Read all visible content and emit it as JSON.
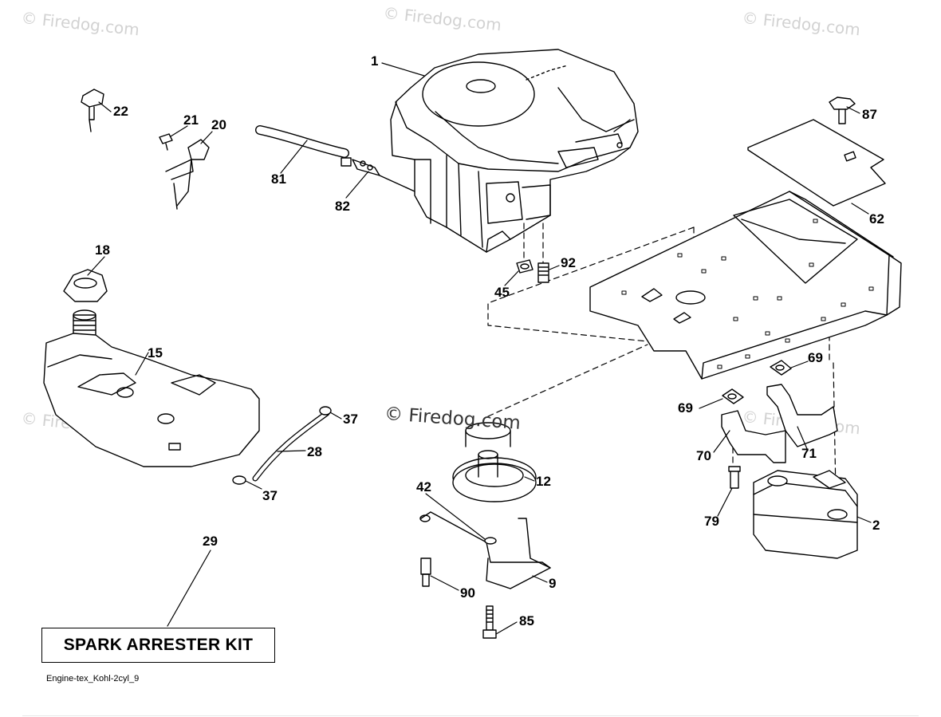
{
  "watermarks": {
    "top_left": "© Firedog.com",
    "top_center": "© Firedog.com",
    "top_right": "© Firedog.com",
    "mid_left": "© Firedog.com",
    "mid_right": "© Firedog.com",
    "center": "© Firedog.com"
  },
  "part_labels": {
    "p1": "1",
    "p22": "22",
    "p21": "21",
    "p20": "20",
    "p81": "81",
    "p82": "82",
    "p87": "87",
    "p62": "62",
    "p92": "92",
    "p45": "45",
    "p18": "18",
    "p15": "15",
    "p69a": "69",
    "p69b": "69",
    "p70": "70",
    "p71": "71",
    "p37a": "37",
    "p28": "28",
    "p37b": "37",
    "p12": "12",
    "p42": "42",
    "p79": "79",
    "p2": "2",
    "p9": "9",
    "p90": "90",
    "p85": "85",
    "p29": "29"
  },
  "kit_box": {
    "text": "SPARK ARRESTER KIT"
  },
  "footer": {
    "code": "Engine-tex_Kohl-2cyl_9"
  },
  "colors": {
    "line": "#000000",
    "watermark": "#d2d2d2",
    "background": "#ffffff"
  }
}
